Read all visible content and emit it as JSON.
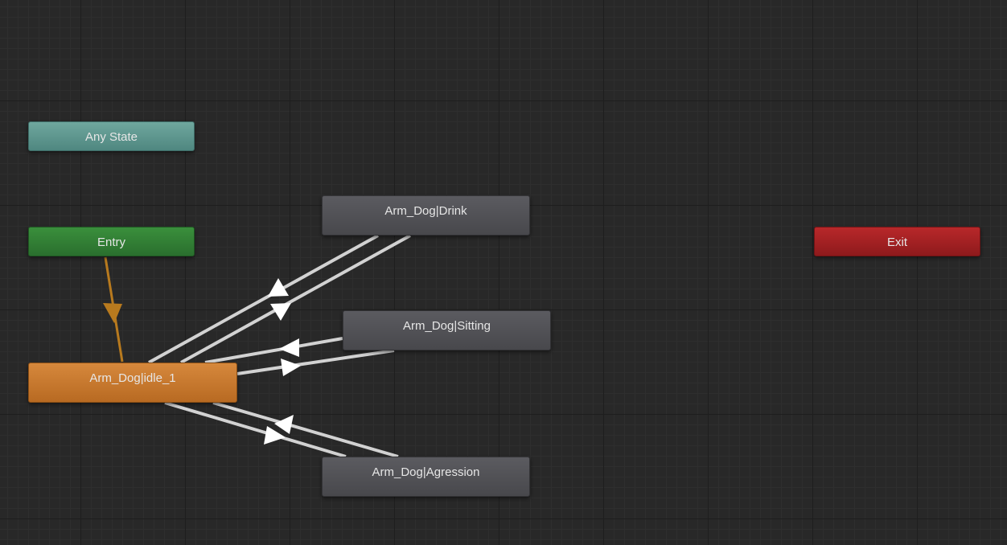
{
  "graph": {
    "any_state": {
      "label": "Any State"
    },
    "entry": {
      "label": "Entry"
    },
    "exit": {
      "label": "Exit"
    },
    "states": {
      "idle": {
        "label": "Arm_Dog|idle_1",
        "is_default": true
      },
      "drink": {
        "label": "Arm_Dog|Drink"
      },
      "sitting": {
        "label": "Arm_Dog|Sitting"
      },
      "agression": {
        "label": "Arm_Dog|Agression"
      }
    },
    "transitions": [
      {
        "from": "Entry",
        "to": "Arm_Dog|idle_1",
        "kind": "default"
      },
      {
        "from": "Arm_Dog|idle_1",
        "to": "Arm_Dog|Drink"
      },
      {
        "from": "Arm_Dog|Drink",
        "to": "Arm_Dog|idle_1"
      },
      {
        "from": "Arm_Dog|Sitting",
        "to": "Arm_Dog|idle_1"
      },
      {
        "from": "Arm_Dog|idle_1",
        "to": "Arm_Dog|Sitting"
      },
      {
        "from": "Arm_Dog|Agression",
        "to": "Arm_Dog|idle_1"
      },
      {
        "from": "Arm_Dog|idle_1",
        "to": "Arm_Dog|Agression"
      }
    ]
  },
  "colors": {
    "background": "#282828",
    "any_state": "#5f978f",
    "entry": "#327f35",
    "exit": "#a32123",
    "default_state": "#c77a2f",
    "state": "#515155",
    "transition": "#d2d2d2",
    "default_transition": "#b87a1e"
  }
}
